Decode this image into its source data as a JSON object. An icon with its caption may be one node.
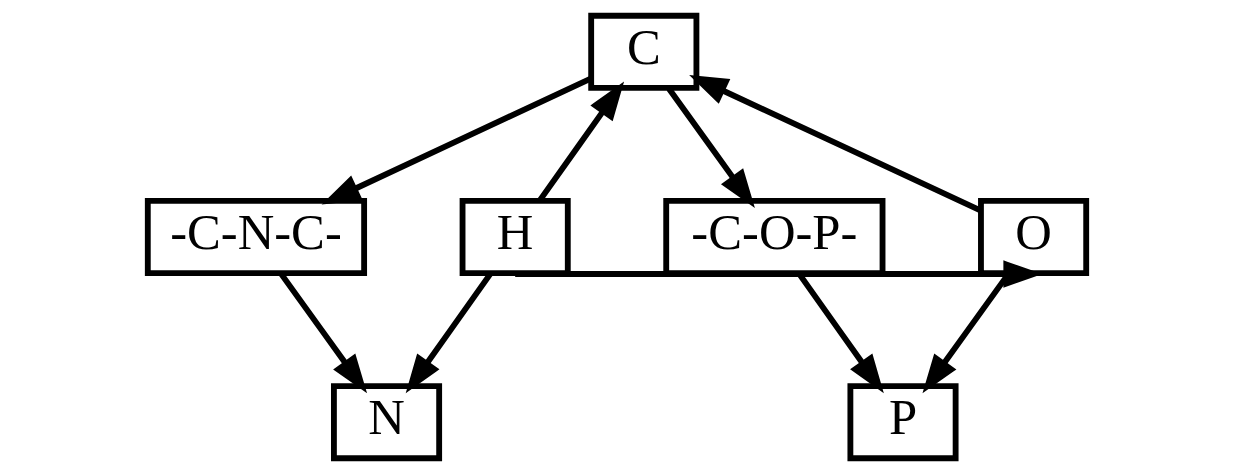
{
  "diagram": {
    "nodes": [
      {
        "text": [
          "C"
        ]
      },
      {
        "text": [
          "H"
        ]
      },
      {
        "text": [
          "-C-N-C-"
        ]
      },
      {
        "text": [
          "-C-O-P-"
        ]
      },
      {
        "text": [
          "O"
        ]
      },
      {
        "text": [
          "N"
        ]
      },
      {
        "text": [
          "P"
        ]
      }
    ],
    "edges": [
      {
        "from": 1,
        "to": 0,
        "arrow": "to"
      },
      {
        "from": 4,
        "to": 0,
        "arrow": "to"
      },
      {
        "from": 0,
        "to": 2,
        "arrow": "to"
      },
      {
        "from": 0,
        "to": 3,
        "arrow": "to"
      },
      {
        "from": 1,
        "to": 5,
        "arrow": "to"
      },
      {
        "from": 2,
        "to": 5,
        "arrow": "to"
      },
      {
        "from": 3,
        "to": 6,
        "arrow": "to"
      },
      {
        "from": 4,
        "to": 6,
        "arrow": "to"
      },
      {
        "from": 1,
        "to": 4,
        "arrow": "to"
      }
    ]
  }
}
